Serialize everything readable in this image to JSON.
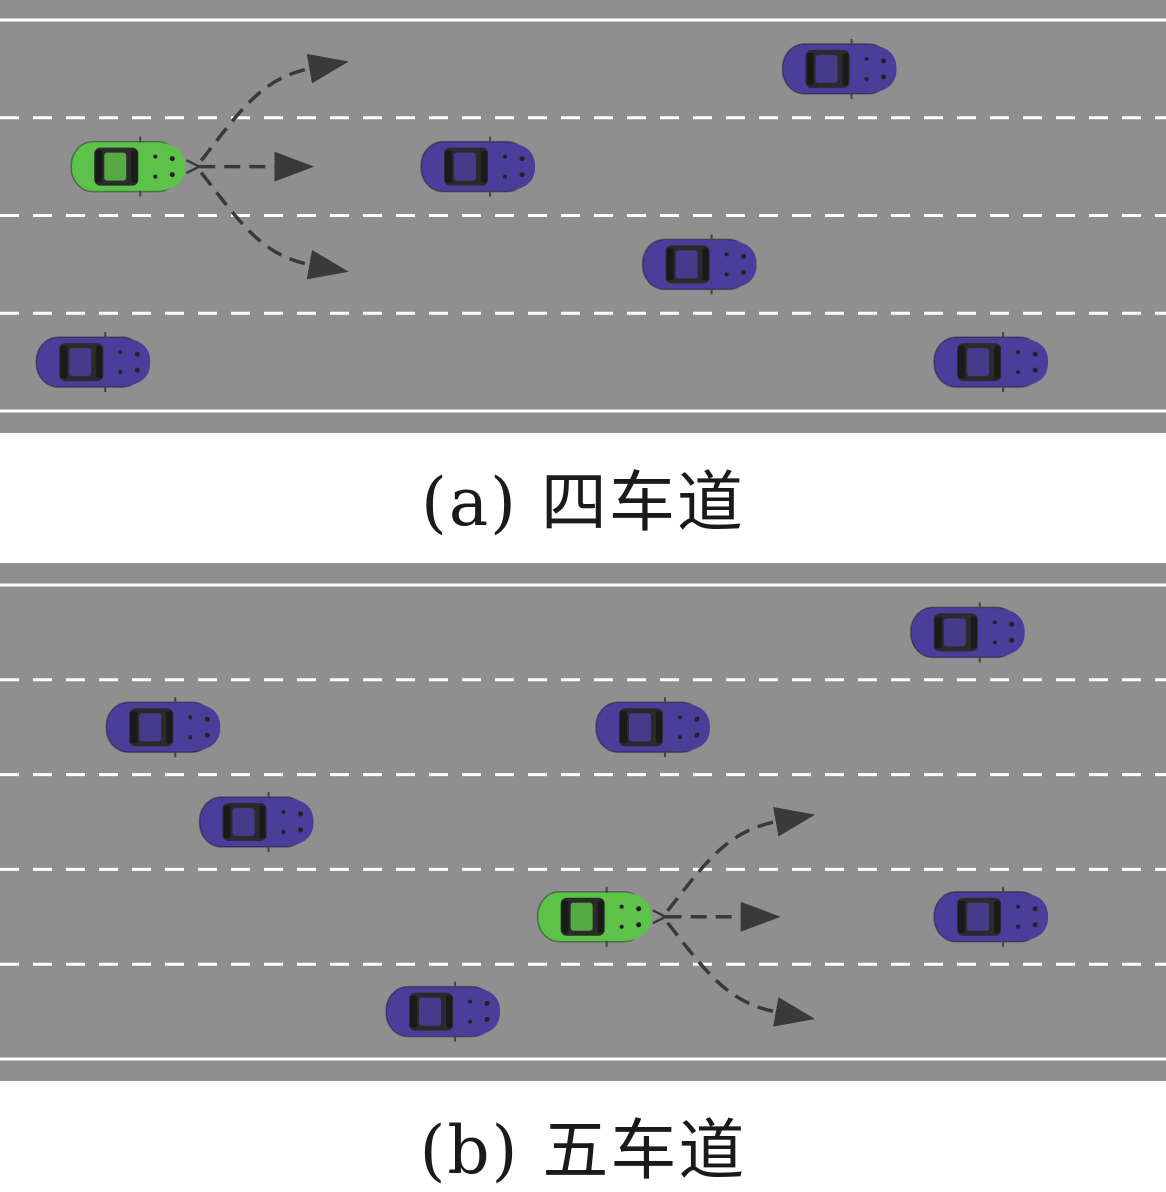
{
  "colors": {
    "road": "#8f8f8f",
    "line": "#ffffff",
    "ego_car": "#5cc24a",
    "other_car": "#4b3e9b",
    "arrow": "#3a3a3a"
  },
  "panels": [
    {
      "id": "a",
      "caption": "(a) 四车道",
      "lanes": 4,
      "ego": {
        "lane": 2,
        "pos": 0.11
      },
      "others": [
        {
          "lane": 1,
          "pos": 0.72
        },
        {
          "lane": 2,
          "pos": 0.41
        },
        {
          "lane": 3,
          "pos": 0.6
        },
        {
          "lane": 4,
          "pos": 0.08
        },
        {
          "lane": 4,
          "pos": 0.85
        }
      ]
    },
    {
      "id": "b",
      "caption": "(b) 五车道",
      "lanes": 5,
      "ego": {
        "lane": 4,
        "pos": 0.51
      },
      "others": [
        {
          "lane": 1,
          "pos": 0.83
        },
        {
          "lane": 2,
          "pos": 0.14
        },
        {
          "lane": 2,
          "pos": 0.56
        },
        {
          "lane": 3,
          "pos": 0.22
        },
        {
          "lane": 4,
          "pos": 0.85
        },
        {
          "lane": 5,
          "pos": 0.38
        }
      ]
    }
  ]
}
